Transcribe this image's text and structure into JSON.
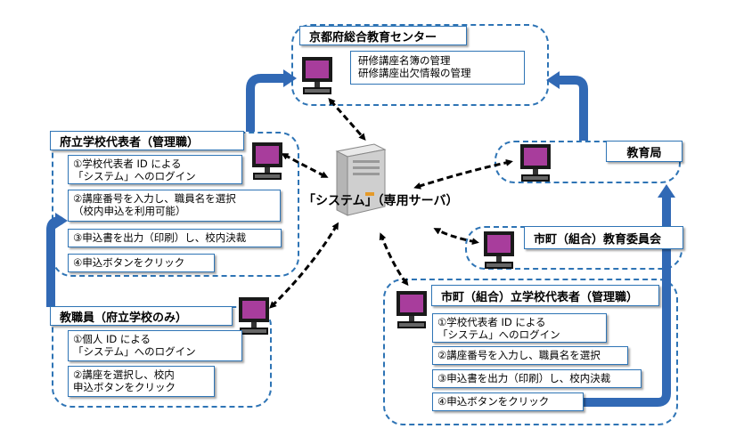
{
  "center": {
    "title": "京都府総合教育センター",
    "note": "研修講座名簿の管理\n研修講座出欠情報の管理"
  },
  "server": {
    "label": "「システム」（専用サーバ）"
  },
  "prefecture": {
    "title": "府立学校代表者（管理職）",
    "steps": [
      "①学校代表者 ID による\n「システム」へのログイン",
      "②講座番号を入力し、職員名を選択\n（校内申込を利用可能）",
      "③申込書を出力（印刷）し、校内決裁",
      "④申込ボタンをクリック"
    ]
  },
  "staff": {
    "title": "教職員（府立学校のみ）",
    "steps": [
      "①個人 ID による\n「システム」へのログイン",
      "②講座を選択し、校内\n申込ボタンをクリック"
    ]
  },
  "board": {
    "title": "教育局"
  },
  "municipal_board": {
    "title": "市町（組合）教育委員会"
  },
  "municipal_school": {
    "title": "市町（組合）立学校代表者（管理職）",
    "steps": [
      "①学校代表者 ID による\n「システム」へのログイン",
      "②講座番号を入力し、職員名を選択",
      "③申込書を出力（印刷）し、校内決裁",
      "④申込ボタンをクリック"
    ]
  }
}
